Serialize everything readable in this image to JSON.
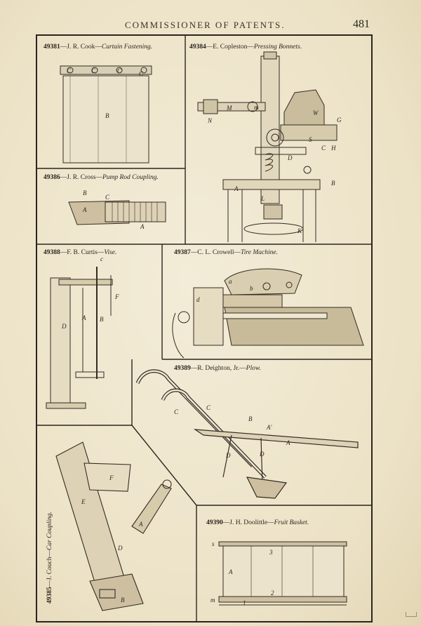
{
  "header": {
    "title": "COMMISSIONER OF PATENTS.",
    "page_number": "481"
  },
  "figures": [
    {
      "id": "f49381",
      "number": "49381",
      "inventor": "J. R. Cook",
      "subject": "Curtain Fastening.",
      "labels": [
        "C",
        "C",
        "C",
        "C",
        "B"
      ]
    },
    {
      "id": "f49384",
      "number": "49384",
      "inventor": "E. Copleston",
      "subject": "Pressing Bonnets.",
      "labels": [
        "M",
        "m",
        "N",
        "W",
        "G",
        "S",
        "C",
        "H",
        "D",
        "B",
        "A",
        "L",
        "K"
      ]
    },
    {
      "id": "f49386",
      "number": "49386",
      "inventor": "J. R. Cross",
      "subject": "Pump Rod Coupling.",
      "labels": [
        "B",
        "C",
        "A",
        "A"
      ]
    },
    {
      "id": "f49388",
      "number": "49388",
      "inventor": "F. B. Curtis",
      "subject": "Vise.",
      "labels": [
        "c",
        "F",
        "A",
        "B",
        "D"
      ]
    },
    {
      "id": "f49387",
      "number": "49387",
      "inventor": "C. L. Crowell",
      "subject": "Tire Machine.",
      "labels": [
        "a",
        "b",
        "d"
      ]
    },
    {
      "id": "f49389",
      "number": "49389",
      "inventor": "R. Deighton, Jr.",
      "subject": "Plow.",
      "labels": [
        "C",
        "C",
        "B",
        "A'",
        "A",
        "D",
        "D"
      ]
    },
    {
      "id": "f49385",
      "number": "49385",
      "inventor": "J. Couch",
      "subject": "Car Coupling.",
      "labels": [
        "F",
        "E",
        "A",
        "D",
        "B"
      ]
    },
    {
      "id": "f49390",
      "number": "49390",
      "inventor": "J. H. Doolittle",
      "subject": "Fruit Basket.",
      "labels": [
        "s",
        "3",
        "A",
        "2",
        "m",
        "1"
      ]
    }
  ],
  "dash": "—"
}
